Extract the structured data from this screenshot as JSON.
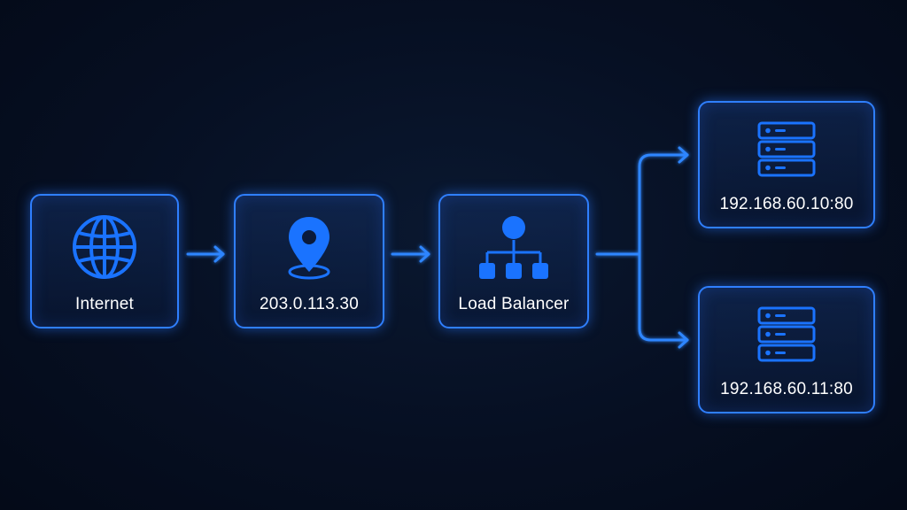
{
  "colors": {
    "background": "#050d1d",
    "accent": "#2f7fff",
    "icon_fill": "#1a73ff",
    "label": "#ffffff"
  },
  "nodes": {
    "internet": {
      "label": "Internet",
      "icon": "globe-icon"
    },
    "public_ip": {
      "label": "203.0.113.30",
      "icon": "location-pin-icon"
    },
    "load_balancer": {
      "label": "Load Balancer",
      "icon": "hierarchy-icon"
    },
    "server_1": {
      "label": "192.168.60.10:80",
      "icon": "server-rack-icon"
    },
    "server_2": {
      "label": "192.168.60.11:80",
      "icon": "server-rack-icon"
    }
  },
  "connections": [
    {
      "from": "internet",
      "to": "public_ip"
    },
    {
      "from": "public_ip",
      "to": "load_balancer"
    },
    {
      "from": "load_balancer",
      "to": "server_1"
    },
    {
      "from": "load_balancer",
      "to": "server_2"
    }
  ]
}
